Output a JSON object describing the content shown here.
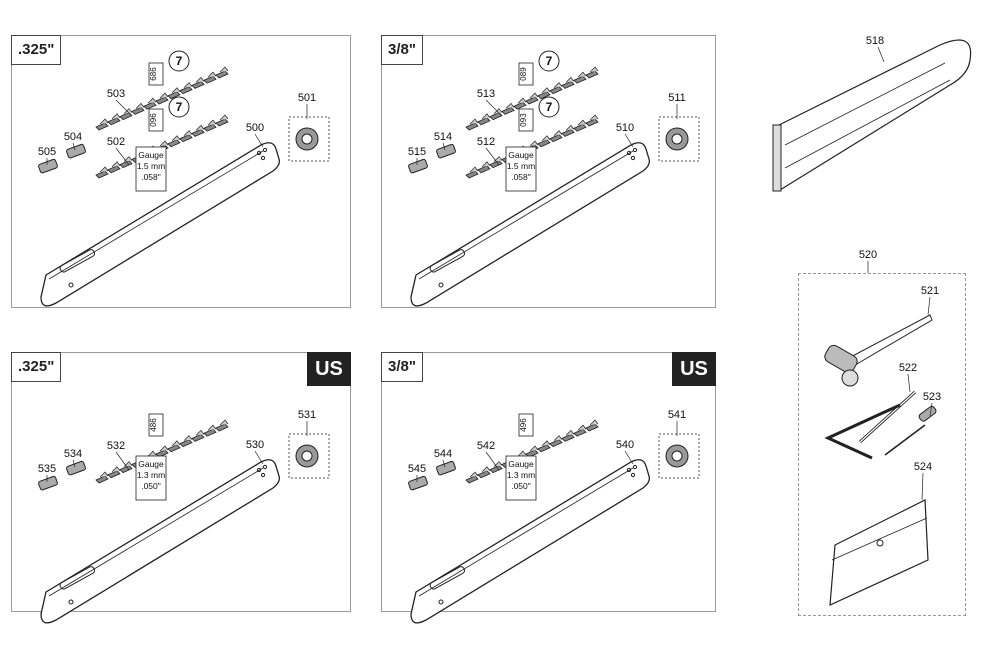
{
  "panels": [
    {
      "pitch": ".325\"",
      "us": "",
      "bar": "500",
      "chain_top": "503",
      "chain_bottom": "502",
      "link_a": "504",
      "link_b": "505",
      "sprocket": "501",
      "chain_top_code": "686",
      "chain_bottom_code": "096",
      "gauge_lines": [
        "Gauge",
        "1.5 mm",
        ".058\""
      ]
    },
    {
      "pitch": "3/8\"",
      "us": "",
      "bar": "510",
      "chain_top": "513",
      "chain_bottom": "512",
      "link_a": "514",
      "link_b": "515",
      "sprocket": "511",
      "chain_top_code": "089",
      "chain_bottom_code": "093",
      "gauge_lines": [
        "Gauge",
        "1.5 mm",
        ".058\""
      ]
    },
    {
      "pitch": ".325\"",
      "us": "US",
      "bar": "530",
      "chain_top": "",
      "chain_bottom": "532",
      "link_a": "534",
      "link_b": "535",
      "sprocket": "531",
      "chain_top_code": "",
      "chain_bottom_code": "486",
      "gauge_lines": [
        "Gauge",
        "1.3 mm",
        ".050\""
      ]
    },
    {
      "pitch": "3/8\"",
      "us": "US",
      "bar": "540",
      "chain_top": "",
      "chain_bottom": "542",
      "link_a": "544",
      "link_b": "545",
      "sprocket": "541",
      "chain_top_code": "",
      "chain_bottom_code": "496",
      "gauge_lines": [
        "Gauge",
        "1.3 mm",
        ".050\""
      ]
    }
  ],
  "accessories": {
    "scabbard": "518",
    "kit": "520",
    "wrench": "521",
    "screwdriver": "522",
    "pin": "523",
    "bag": "524"
  },
  "icons": [
    "guide-bar-icon",
    "saw-chain-icon",
    "chain-link-icon",
    "sprocket-icon",
    "scabbard-icon",
    "combination-wrench-icon",
    "hex-key-icon",
    "file-icon",
    "tool-bag-icon"
  ]
}
